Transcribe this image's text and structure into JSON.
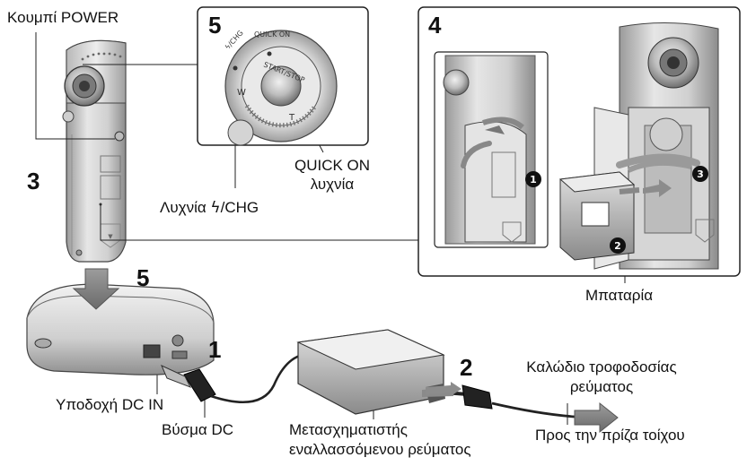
{
  "steps": {
    "s1": "1",
    "s2": "2",
    "s3": "3",
    "s4": "4",
    "s5_inset": "5",
    "s5_cradle": "5"
  },
  "labels": {
    "power_button": "Κουμπί POWER",
    "quick_on_line1": "QUICK ON",
    "quick_on_line2": "λυχνία",
    "chg_lamp_prefix": "Λυχνία ",
    "chg_lamp_symbol": "ϟ",
    "chg_lamp_suffix": "/CHG",
    "battery": "Μπαταρία",
    "dc_in_jack": "Υποδοχή DC IN",
    "dc_plug": "Βύσμα DC",
    "ac_adaptor_line1": "Μετασχηματιστής",
    "ac_adaptor_line2": "εναλλασσόμενου ρεύματος",
    "power_cord_line1": "Καλώδιο τροφοδοσίας",
    "power_cord_line2": "ρεύματος",
    "wall_outlet": "Προς την πρίζα τοίχου"
  },
  "dial_text": {
    "chg": "ϟ/CHG",
    "quick_on": "QUICK ON",
    "start_stop": "START/STOP",
    "w": "W",
    "t": "T"
  },
  "callouts": {
    "c1": "1",
    "c2": "2",
    "c3": "3"
  }
}
